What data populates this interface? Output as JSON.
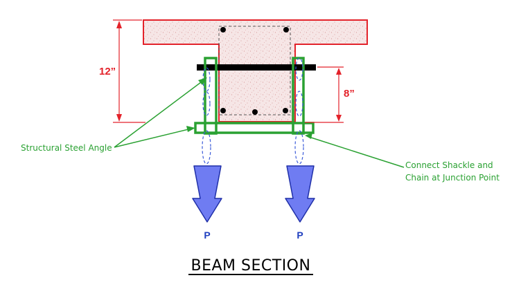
{
  "labels": {
    "dim_overall": "12”",
    "dim_web": "8”",
    "note_angle": "Structural Steel Angle",
    "note_shackle_line1": "Connect Shackle and",
    "note_shackle_line2": "Chain at Junction Point",
    "load_left": "P",
    "load_right": "P",
    "title": "BEAM SECTION"
  },
  "colors": {
    "concrete_outline": "#e3222a",
    "dimension": "#e3222a",
    "steel_angle": "#2aa132",
    "chain": "#3b5bd9",
    "load_arrow_fill": "#6f7cf2",
    "load_arrow_stroke": "#1f2fa8",
    "rebar": "#000000",
    "bearing_bar": "#000000"
  }
}
